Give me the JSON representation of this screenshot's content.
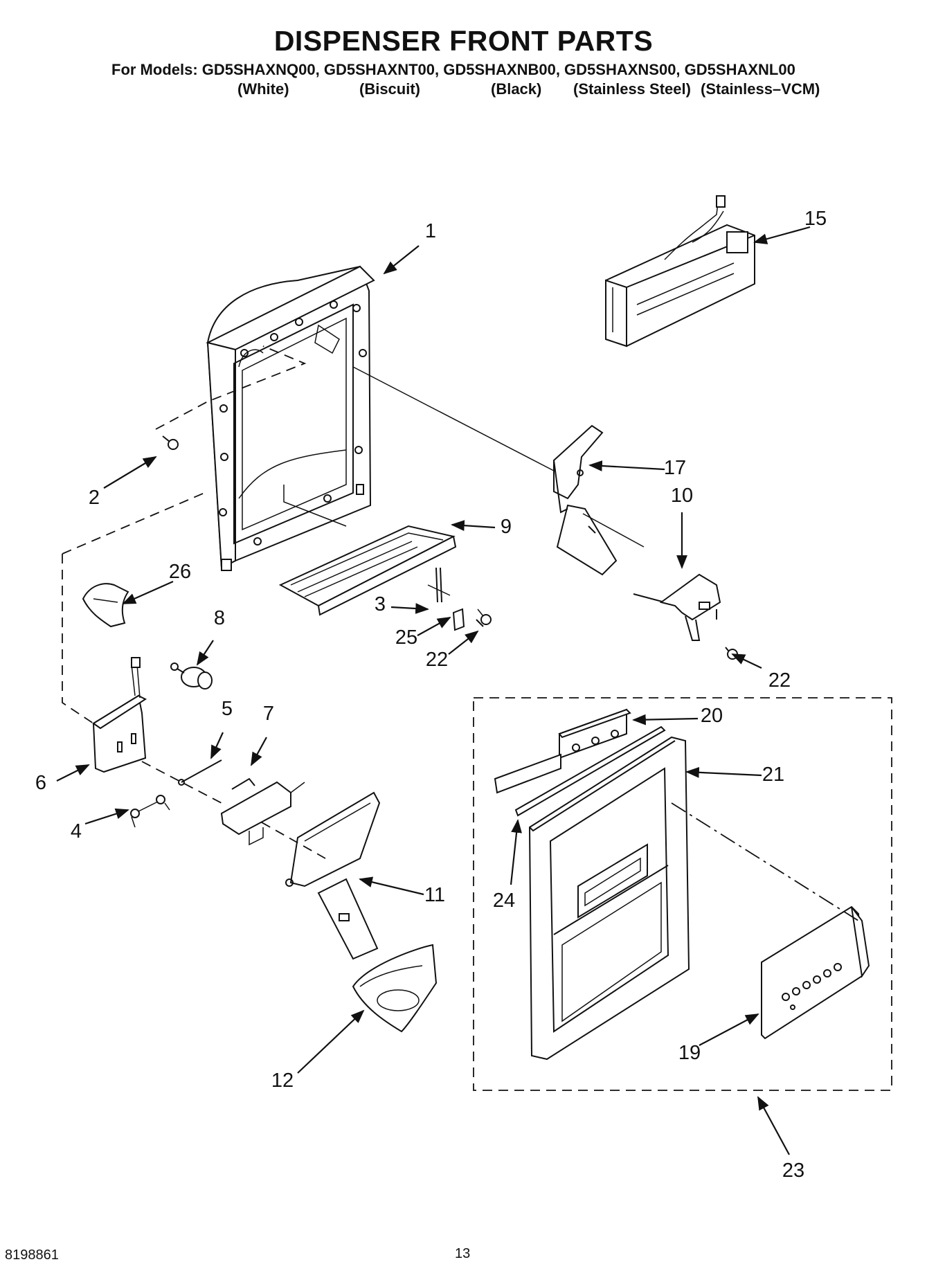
{
  "page": {
    "title": "DISPENSER FRONT PARTS",
    "models_line": "For Models: GD5SHAXNQ00, GD5SHAXNT00, GD5SHAXNB00, GD5SHAXNS00, GD5SHAXNL00",
    "finishes": [
      "(White)",
      "(Biscuit)",
      "(Black)",
      "(Stainless Steel)",
      "(Stainless–VCM)"
    ],
    "doc_number": "8198861",
    "page_number": "13"
  },
  "callouts": [
    "1",
    "15",
    "2",
    "17",
    "10",
    "9",
    "26",
    "3",
    "8",
    "25",
    "22",
    "22",
    "5",
    "7",
    "20",
    "6",
    "21",
    "4",
    "24",
    "11",
    "19",
    "12",
    "23"
  ]
}
